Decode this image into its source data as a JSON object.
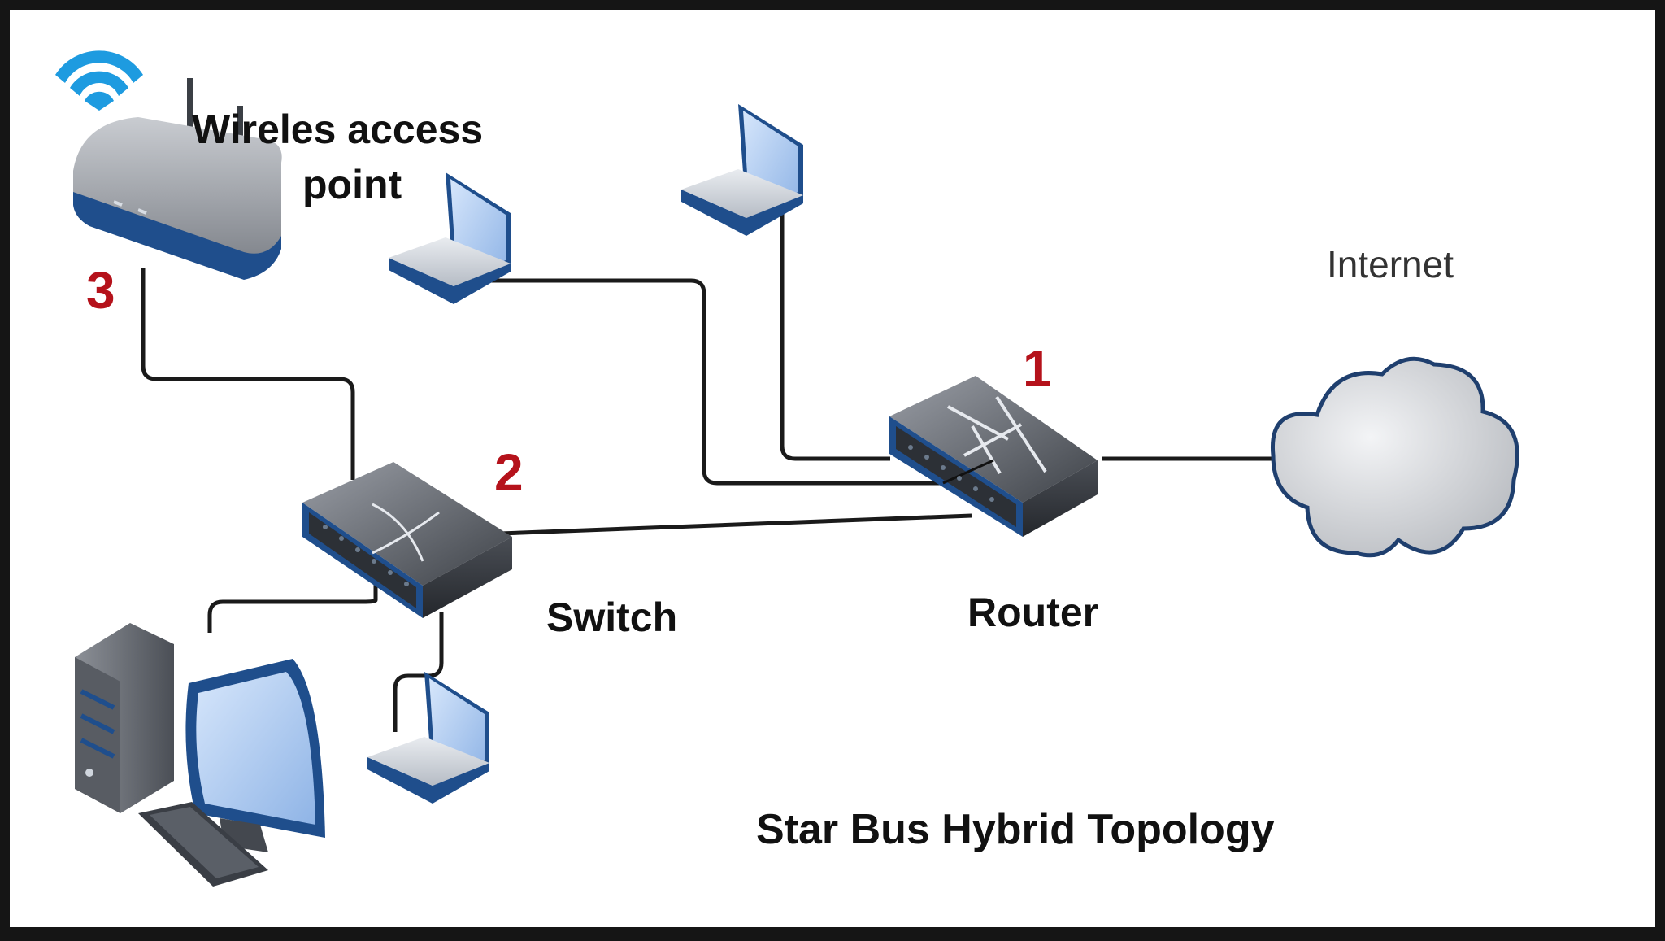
{
  "diagram": {
    "title": "Star Bus Hybrid Topology",
    "nodes": {
      "access_point": {
        "label_line1": "Wireles access",
        "label_line2": "point",
        "number": "3"
      },
      "switch": {
        "label": "Switch",
        "number": "2"
      },
      "router": {
        "label": "Router",
        "number": "1"
      },
      "internet": {
        "label": "Internet"
      }
    },
    "colors": {
      "frame": "#151515",
      "background": "#ffffff",
      "number": "#b5121b",
      "cable": "#1a1a1a",
      "device_blue": "#1f4e8c",
      "screen_blue": "#aecbf0"
    }
  }
}
